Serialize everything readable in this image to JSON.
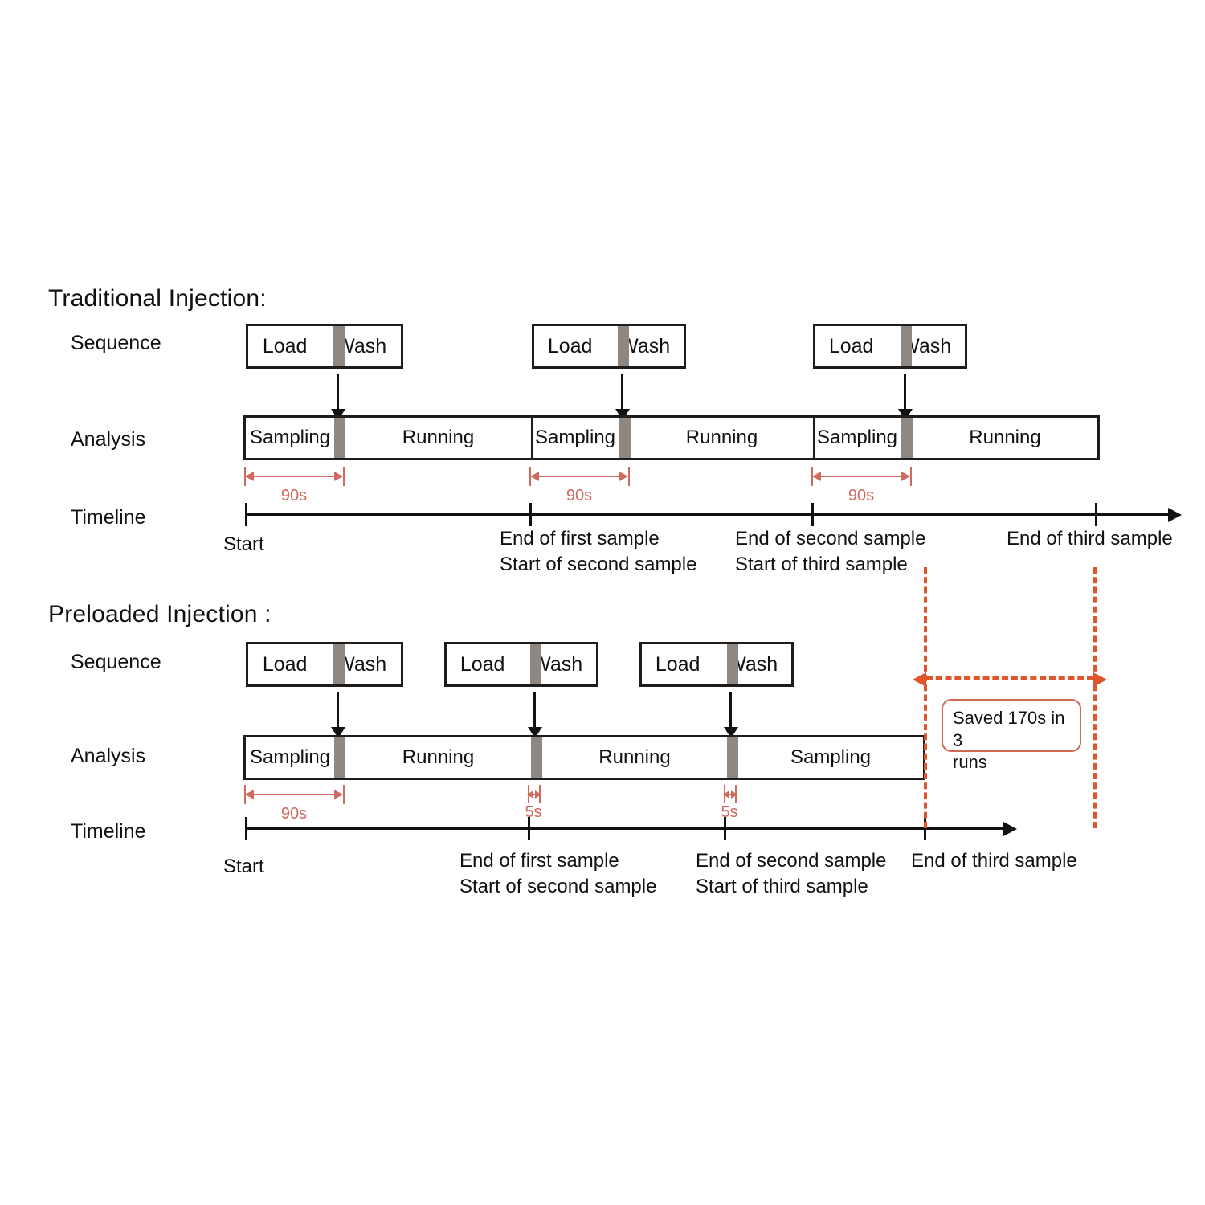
{
  "sections": [
    {
      "title": "Traditional Injection:",
      "row_labels": {
        "sequence": "Sequence",
        "analysis": "Analysis",
        "timeline": "Timeline"
      },
      "sequence_boxes": [
        {
          "load": "Load",
          "wash": "Wash"
        },
        {
          "load": "Load",
          "wash": "Wash"
        },
        {
          "load": "Load",
          "wash": "Wash"
        }
      ],
      "analysis_segments": [
        "Sampling",
        "Running",
        "Sampling",
        "Running",
        "Sampling",
        "Running"
      ],
      "measures": [
        {
          "value": "90s"
        },
        {
          "value": "90s"
        },
        {
          "value": "90s"
        }
      ],
      "timeline_labels": [
        {
          "line1": "Start",
          "line2": ""
        },
        {
          "line1": "End of first sample",
          "line2": "Start of second sample"
        },
        {
          "line1": "End of second sample",
          "line2": "Start of third sample"
        },
        {
          "line1": "End of third sample",
          "line2": ""
        }
      ]
    },
    {
      "title": "Preloaded Injection :",
      "row_labels": {
        "sequence": "Sequence",
        "analysis": "Analysis",
        "timeline": "Timeline"
      },
      "sequence_boxes": [
        {
          "load": "Load",
          "wash": "Wash"
        },
        {
          "load": "Load",
          "wash": "Wash"
        },
        {
          "load": "Load",
          "wash": "Wash"
        }
      ],
      "analysis_segments": [
        "Sampling",
        "Running",
        "Running",
        "Sampling"
      ],
      "measures": [
        {
          "value": "90s"
        },
        {
          "value": "5s"
        },
        {
          "value": "5s"
        }
      ],
      "timeline_labels": [
        {
          "line1": "Start",
          "line2": ""
        },
        {
          "line1": "End of first sample",
          "line2": "Start of second sample"
        },
        {
          "line1": "End of second sample",
          "line2": "Start of third sample"
        },
        {
          "line1": "End of third sample",
          "line2": ""
        }
      ]
    }
  ],
  "savings_callout": {
    "line1": "Saved 170s in 3",
    "line2": "runs"
  },
  "colors": {
    "measure_red": "#d0695e",
    "savings_orange": "#e0562c",
    "callout_border": "#cf6a52",
    "divider_gray": "#8e8782",
    "outline_black": "#1d1d1d"
  }
}
